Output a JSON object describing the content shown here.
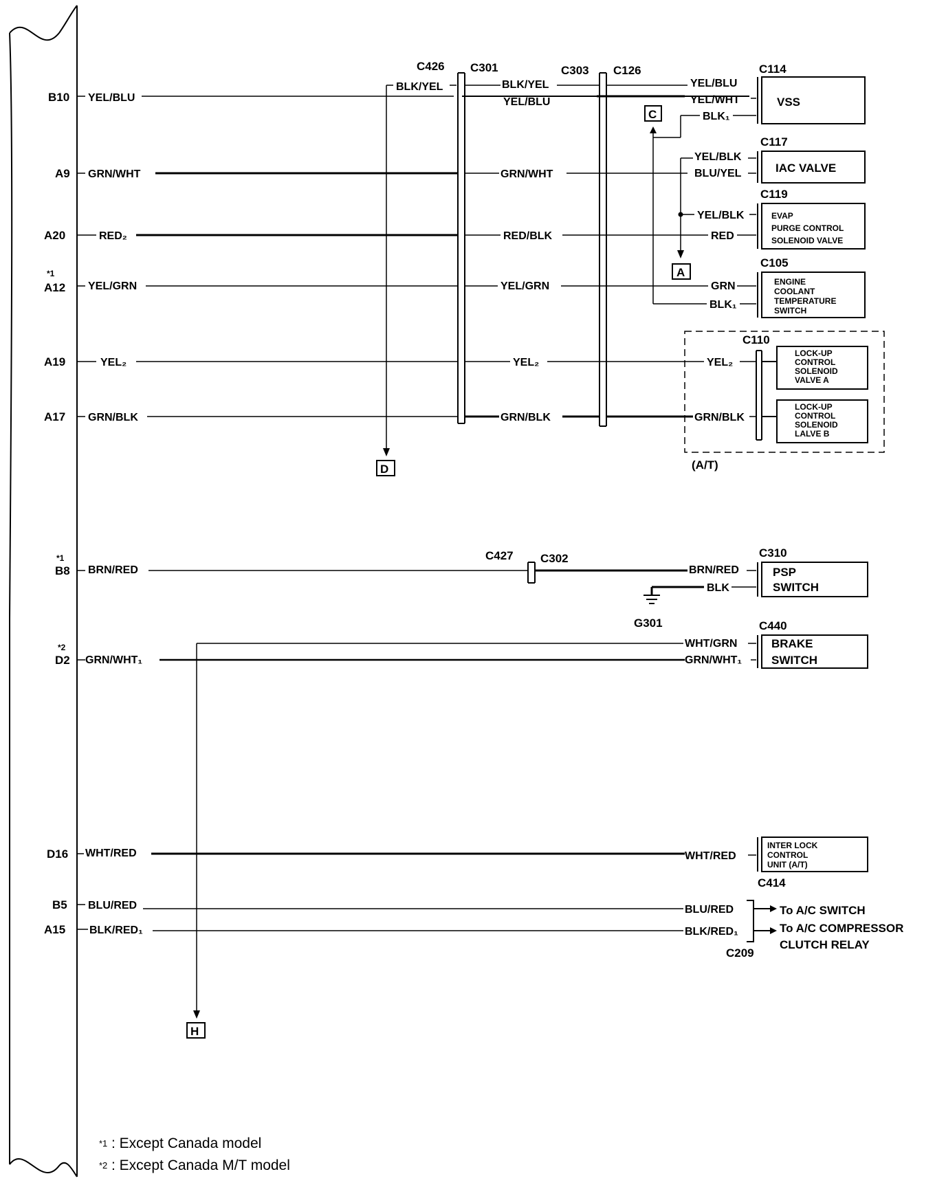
{
  "pins": [
    {
      "id": "b10",
      "sup": "",
      "label": "B10",
      "wire": "YEL/BLU"
    },
    {
      "id": "a9",
      "sup": "",
      "label": "A9",
      "wire": "GRN/WHT"
    },
    {
      "id": "a20",
      "sup": "",
      "label": "A20",
      "wire": "RED₂"
    },
    {
      "id": "a12",
      "sup": "*1",
      "label": "A12",
      "wire": "YEL/GRN"
    },
    {
      "id": "a19",
      "sup": "",
      "label": "A19",
      "wire": "YEL₂"
    },
    {
      "id": "a17",
      "sup": "",
      "label": "A17",
      "wire": "GRN/BLK"
    },
    {
      "id": "b8",
      "sup": "*1",
      "label": "B8",
      "wire": "BRN/RED"
    },
    {
      "id": "d2",
      "sup": "*2",
      "label": "D2",
      "wire": "GRN/WHT₁"
    },
    {
      "id": "d16",
      "sup": "",
      "label": "D16",
      "wire": "WHT/RED"
    },
    {
      "id": "b5",
      "sup": "",
      "label": "B5",
      "wire": "BLU/RED"
    },
    {
      "id": "a15",
      "sup": "",
      "label": "A15",
      "wire": "BLK/RED₁"
    }
  ],
  "connectors": {
    "c426": "C426",
    "c301": "C301",
    "c303": "C303",
    "c126": "C126",
    "c114": "C114",
    "c117": "C117",
    "c119": "C119",
    "c105": "C105",
    "c110": "C110",
    "c427": "C427",
    "c302": "C302",
    "c310": "C310",
    "c440": "C440",
    "c414": "C414",
    "c209": "C209",
    "g301": "G301"
  },
  "mid_wires": {
    "blk_yel_tap": "BLK/YEL",
    "blk_yel": "BLK/YEL",
    "yel_blu": "YEL/BLU",
    "grn_wht": "GRN/WHT",
    "red_blk": "RED/BLK",
    "yel_grn": "YEL/GRN",
    "yel2": "YEL₂",
    "grn_blk": "GRN/BLK"
  },
  "right_wires": {
    "yel_blu": "YEL/BLU",
    "yel_wht": "YEL/WHT",
    "blk1_vss": "BLK₁",
    "yel_blk_1": "YEL/BLK",
    "blu_yel": "BLU/YEL",
    "yel_blk_2": "YEL/BLK",
    "red": "RED",
    "grn": "GRN",
    "blk1_ect": "BLK₁",
    "yel2": "YEL₂",
    "grn_blk": "GRN/BLK",
    "brn_red": "BRN/RED",
    "blk": "BLK",
    "wht_grn": "WHT/GRN",
    "grn_wht1": "GRN/WHT₁",
    "wht_red": "WHT/RED",
    "blu_red": "BLU/RED",
    "blk_red1": "BLK/RED₁"
  },
  "components": {
    "vss": "VSS",
    "iac": "IAC VALVE",
    "evap": [
      "EVAP",
      "PURGE CONTROL",
      "SOLENOID VALVE"
    ],
    "ect": [
      "ENGINE",
      "COOLANT",
      "TEMPERATURE",
      "SWITCH"
    ],
    "lockup_a": [
      "LOCK-UP",
      "CONTROL",
      "SOLENOID",
      "VALVE A"
    ],
    "lockup_b": [
      "LOCK-UP",
      "CONTROL",
      "SOLENOID",
      "LALVE B"
    ],
    "psp": [
      "PSP",
      "SWITCH"
    ],
    "brake": [
      "BRAKE",
      "SWITCH"
    ],
    "interlock": [
      "INTER LOCK",
      "CONTROL",
      "UNIT (A/T)"
    ]
  },
  "at_label": "(A/T)",
  "refs": {
    "c": "C",
    "a": "A",
    "d": "D",
    "h": "H"
  },
  "destinations": {
    "ac_switch": "To A/C SWITCH",
    "ac_comp": [
      "To A/C COMPRESSOR",
      "CLUTCH RELAY"
    ]
  },
  "footnotes": [
    {
      "mark": "*1",
      "text": ": Except Canada model"
    },
    {
      "mark": "*2",
      "text": ": Except Canada M/T model"
    }
  ]
}
